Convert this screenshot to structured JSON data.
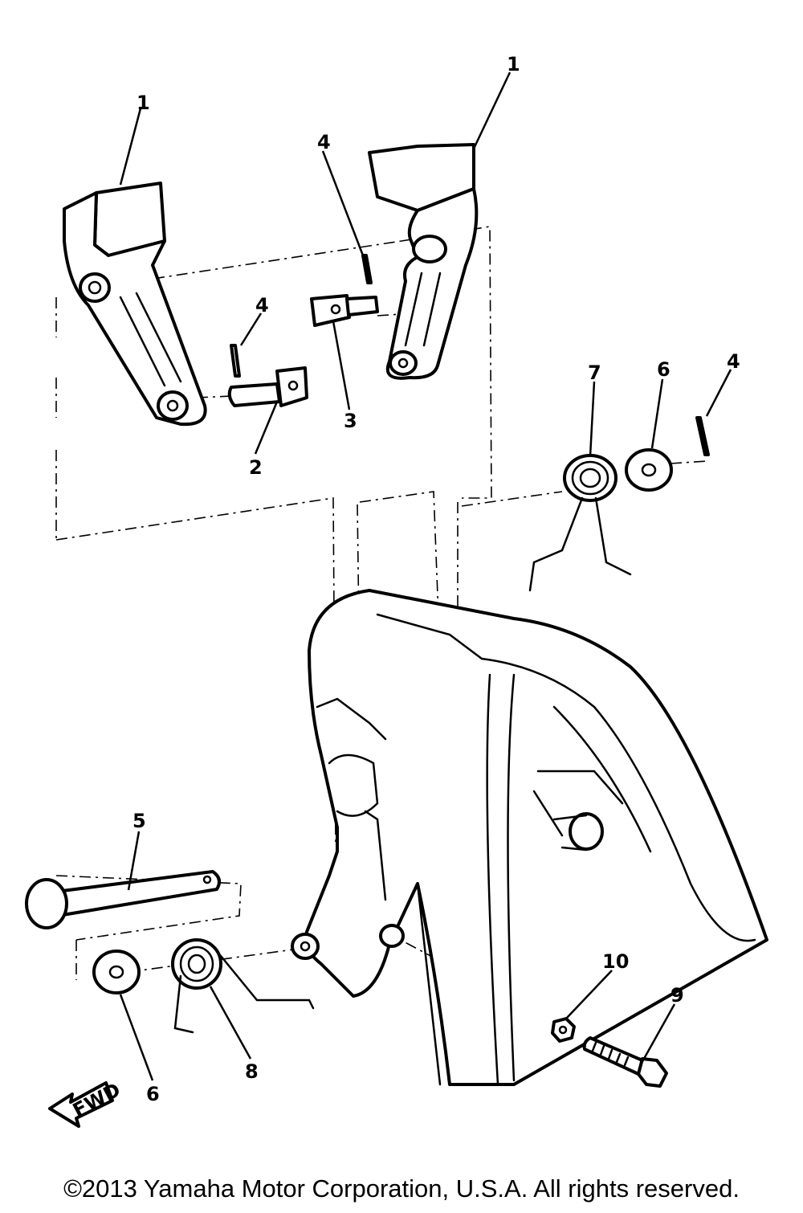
{
  "callouts": {
    "c1a": "1",
    "c1b": "1",
    "c2": "2",
    "c3": "3",
    "c4a": "4",
    "c4b": "4",
    "c4c": "4",
    "c5": "5",
    "c6a": "6",
    "c6b": "6",
    "c7": "7",
    "c8": "8",
    "c9": "9",
    "c10": "10"
  },
  "fwd_marker": "FWD",
  "copyright": "©2013 Yamaha Motor Corporation, U.S.A. All rights reserved."
}
